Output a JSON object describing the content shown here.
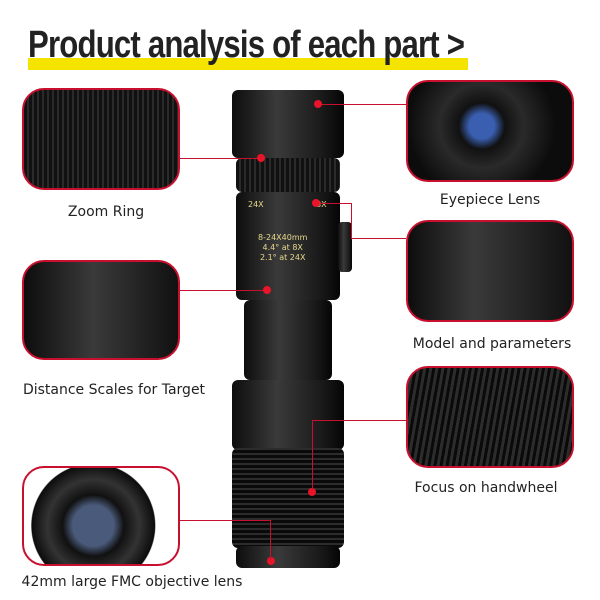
{
  "title": "Product analysis of each part",
  "title_arrow": ">",
  "accent_color": "#c8102e",
  "highlight_color": "#f5e400",
  "parts": [
    {
      "label": "Zoom Ring"
    },
    {
      "label": "Eyepiece Lens"
    },
    {
      "label": "Model and parameters"
    },
    {
      "label": "Distance Scales for Target"
    },
    {
      "label": "Focus on handwheel"
    },
    {
      "label": "42mm large FMC objective lens"
    }
  ],
  "engraving": {
    "zoom_low": "24X",
    "zoom_high": "8X",
    "model": "8-24X40mm",
    "fov_8x": "4.4° at 8X",
    "fov_24x": "2.1° at 24X"
  }
}
